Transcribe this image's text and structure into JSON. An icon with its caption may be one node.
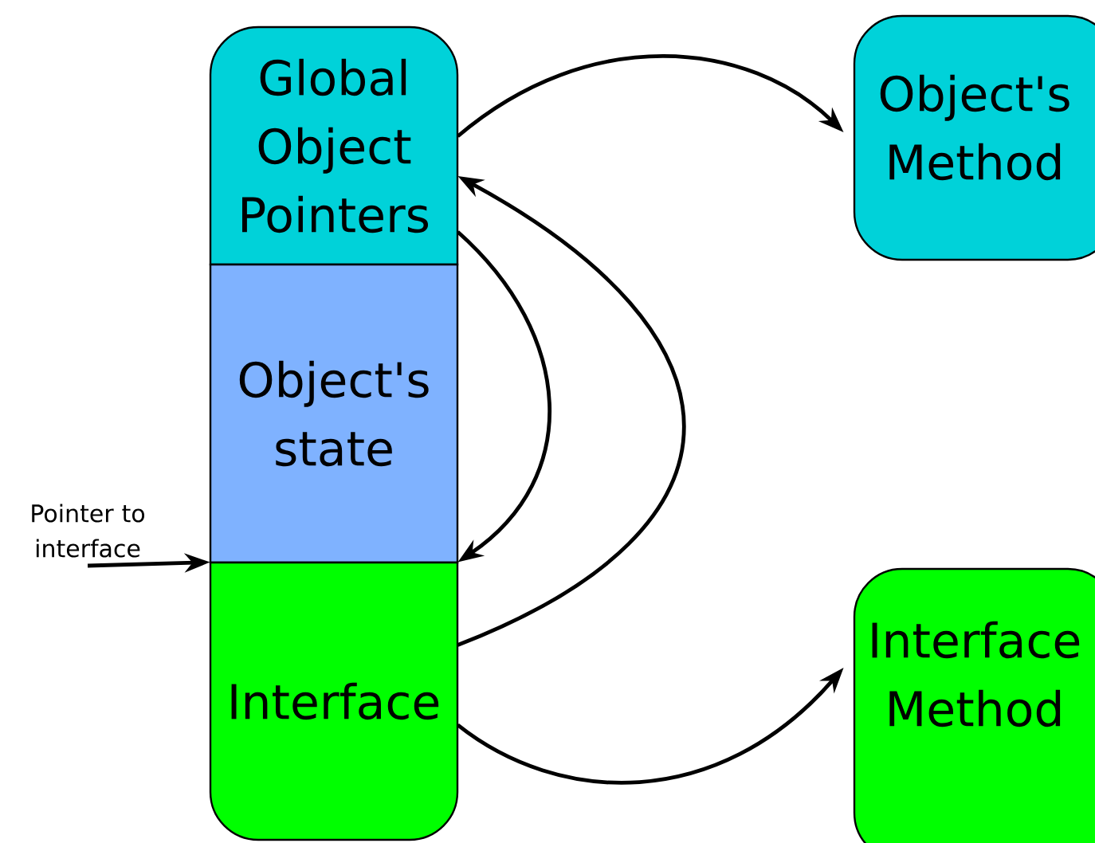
{
  "diagram": {
    "nodes": [
      {
        "text": [
          "Global Object Pointers"
        ]
      },
      {
        "text": [
          "Object's state"
        ]
      },
      {
        "text": [
          "Interface"
        ]
      },
      {
        "text": [
          "Object's Method"
        ]
      },
      {
        "text": [
          "Interface Method"
        ]
      }
    ],
    "edges": [
      {
        "from": 0,
        "to": 3,
        "arrow": "to"
      },
      {
        "from": 0,
        "to": 2,
        "arrow": "to"
      },
      {
        "from": 2,
        "to": 0,
        "arrow": "to"
      },
      {
        "from": 2,
        "to": 4,
        "arrow": "to"
      },
      {
        "from": null,
        "to": 2,
        "arrow": "to",
        "label": "Pointer to interface"
      }
    ]
  }
}
